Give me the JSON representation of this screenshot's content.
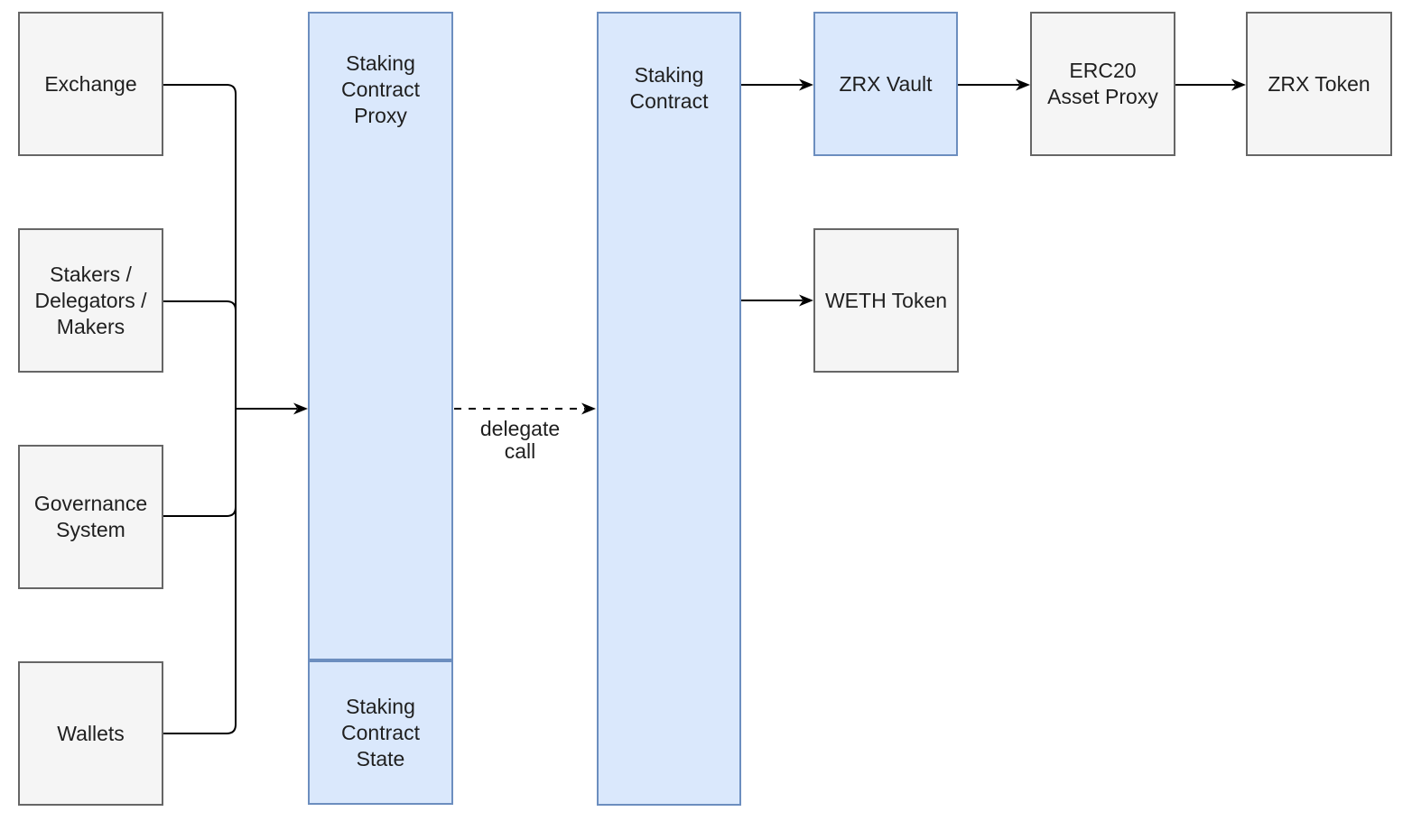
{
  "diagram": {
    "colors": {
      "node_fill_gray": "#f5f5f5",
      "node_border_gray": "#666666",
      "node_fill_blue": "#dae8fc",
      "node_border_blue": "#6c8ebf",
      "edge_line": "#000000",
      "text": "#1f1f1f",
      "background": "#ffffff"
    },
    "nodes": {
      "exchange": {
        "label": "Exchange"
      },
      "stakers": {
        "label": "Stakers /\nDelegators /\nMakers"
      },
      "governance": {
        "label": "Governance\nSystem"
      },
      "wallets": {
        "label": "Wallets"
      },
      "staking_contract_proxy": {
        "label": "Staking\nContract\nProxy"
      },
      "staking_contract_state": {
        "label": "Staking\nContract\nState"
      },
      "staking_contract": {
        "label": "Staking\nContract"
      },
      "zrx_vault": {
        "label": "ZRX Vault"
      },
      "weth_token": {
        "label": "WETH Token"
      },
      "erc20_asset_proxy": {
        "label": "ERC20\nAsset Proxy"
      },
      "zrx_token": {
        "label": "ZRX Token"
      }
    },
    "edge_labels": {
      "delegate_call": "delegate\ncall"
    }
  }
}
